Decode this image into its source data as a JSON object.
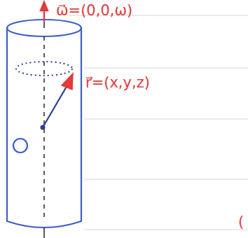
{
  "diagram": {
    "labels": [
      "ω⃗=(0,0,ω)",
      "r⃗=(x,y,z)",
      "("
    ]
  }
}
